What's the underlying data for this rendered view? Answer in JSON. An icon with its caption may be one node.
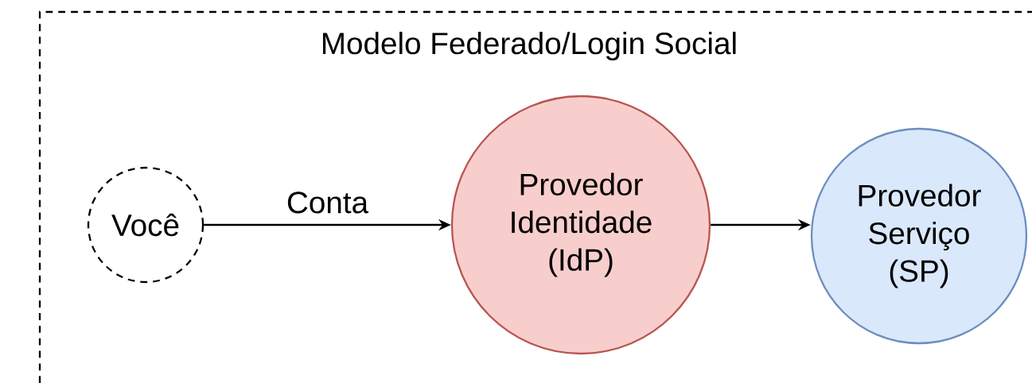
{
  "diagram": {
    "nodes": [
      {
        "text": [
          "Modelo Federado/Login Social"
        ]
      },
      {
        "text": [
          "Você"
        ],
        "in": 0
      },
      {
        "text": [
          "Provedor Identidade (IdP)"
        ],
        "in": 0
      },
      {
        "text": [
          "Provedor Serviço (SP)"
        ],
        "in": 0
      }
    ],
    "edges": [
      {
        "from": 1,
        "to": 2,
        "arrow": "to",
        "label": "Conta"
      },
      {
        "from": 2,
        "to": 3,
        "arrow": "to"
      }
    ]
  }
}
